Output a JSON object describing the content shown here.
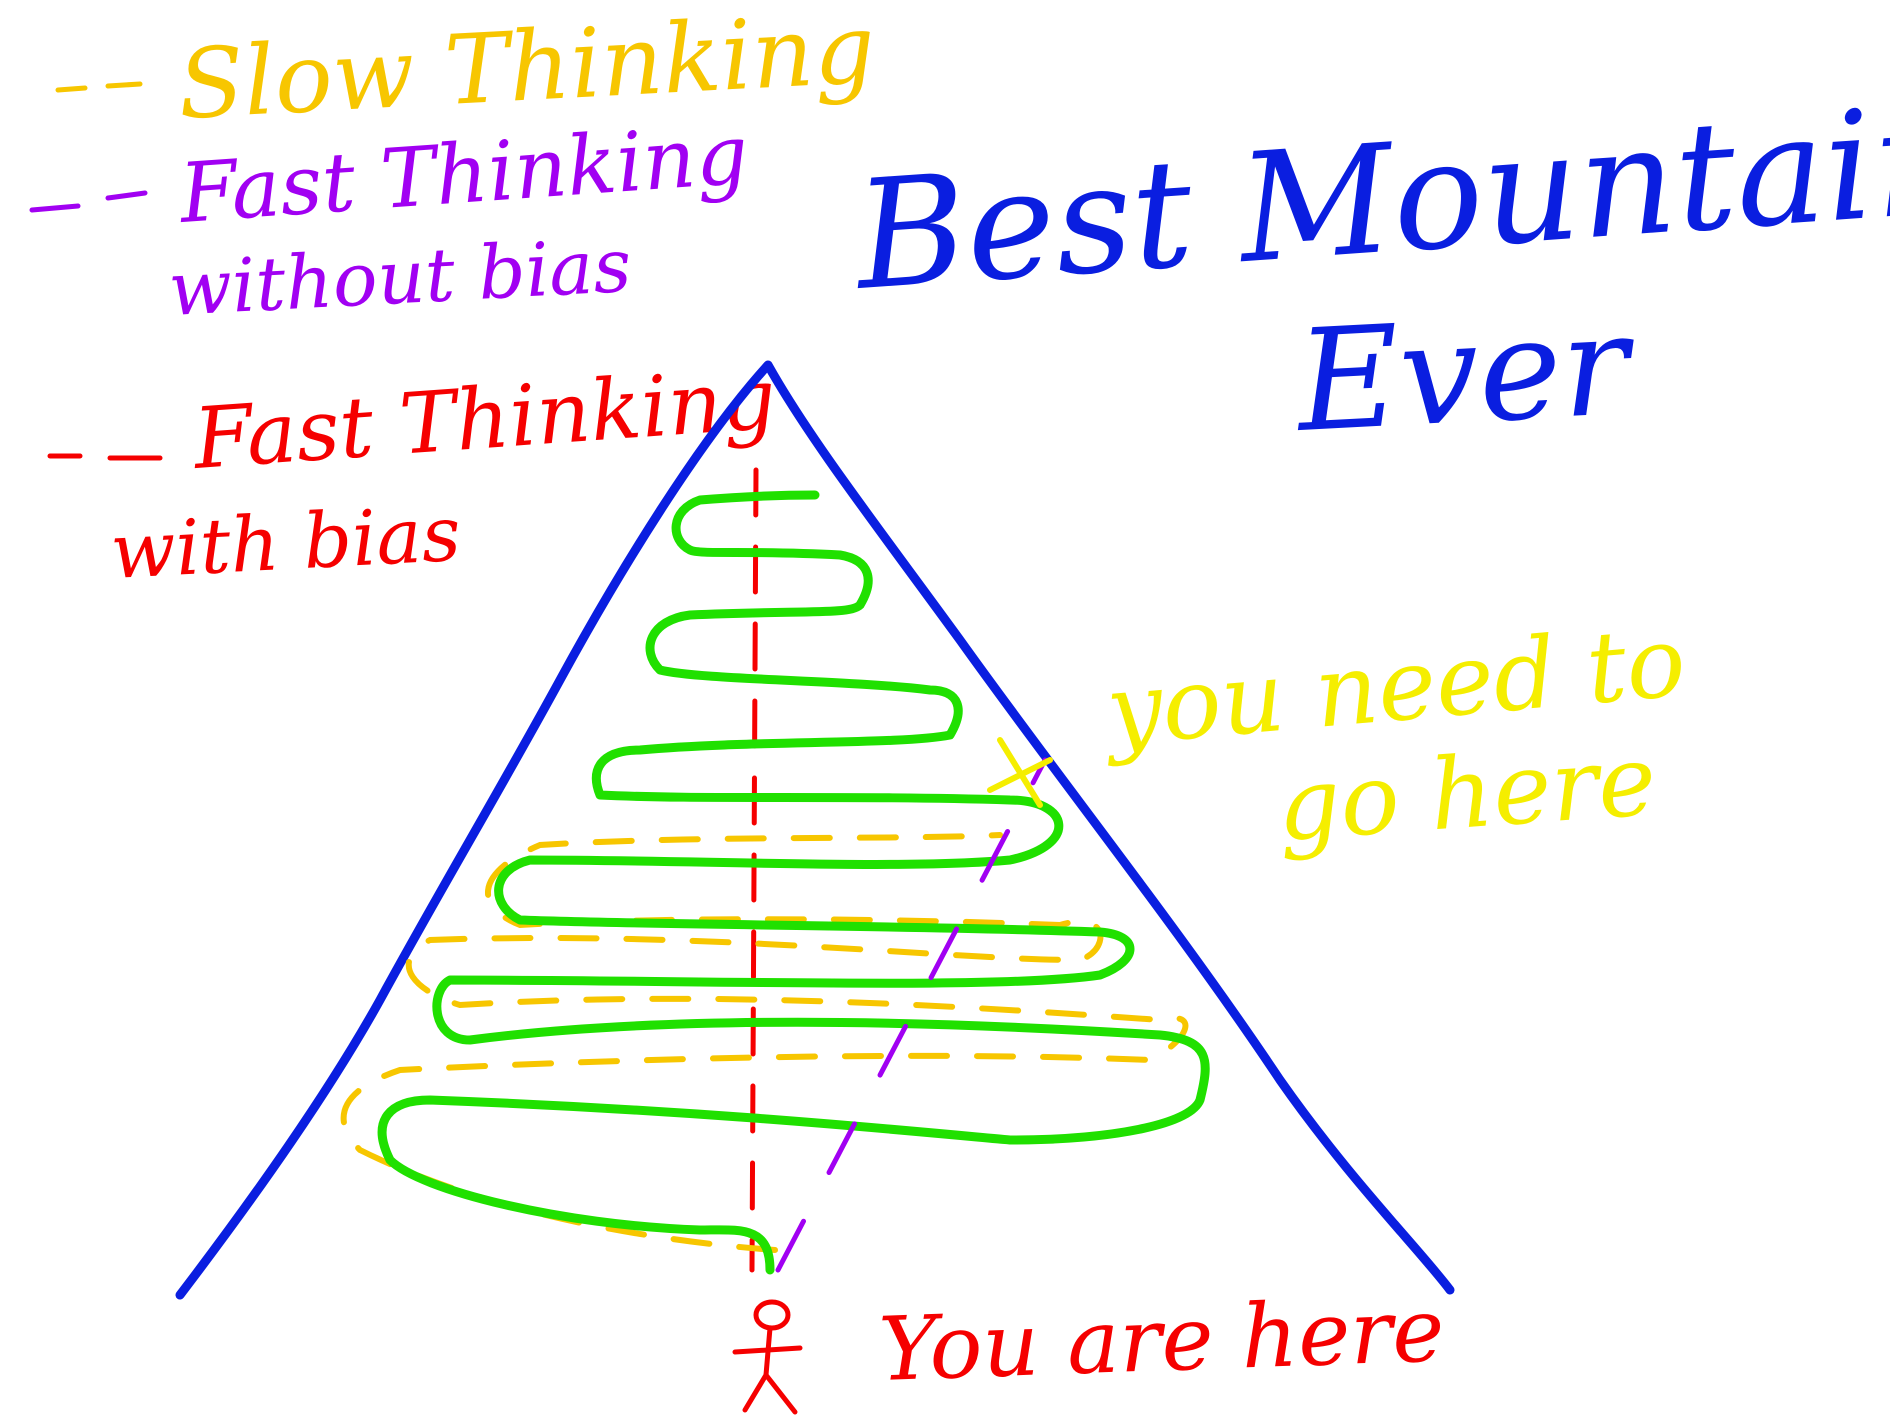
{
  "legend": {
    "items": [
      {
        "line": [
          "Slow Thinking"
        ],
        "color": "#F7C600",
        "stroke": "dashed"
      },
      {
        "line": [
          "Fast Thinking",
          "without bias"
        ],
        "color": "#A100F2",
        "stroke": "dashed"
      },
      {
        "line": [
          "Fast Thinking",
          "with bias"
        ],
        "color": "#F50000",
        "stroke": "dashed"
      }
    ]
  },
  "title": {
    "lines": [
      "Best Mountain",
      "Ever"
    ],
    "color": "#0A1EE0"
  },
  "goal": {
    "lines": [
      "you need to",
      "go here"
    ],
    "color": "#F5EE00",
    "marker": "x-mark"
  },
  "start": {
    "text": "You are here",
    "color": "#F50000",
    "figure": "stick-figure-icon"
  },
  "colors": {
    "mountain": "#0A1EE0",
    "path_green": "#20E000",
    "path_yellow": "#F7C600",
    "path_purple": "#A100F2",
    "path_red": "#F50000"
  }
}
